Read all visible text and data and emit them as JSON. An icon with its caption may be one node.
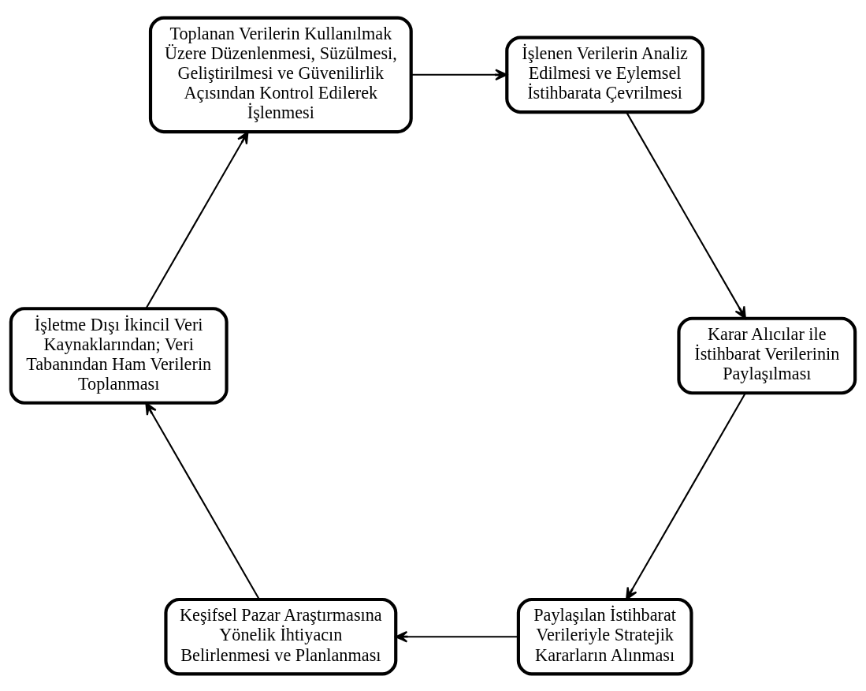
{
  "diagram": {
    "nodes": [
      {
        "text": [
          "Paylaşılan İstihbarat Verileriyle Stratejik Kararların Alınması"
        ]
      },
      {
        "text": [
          "Keşifsel Pazar Araştırmasına Yönelik İhtiyacın Belirlenmesi ve Planlanması"
        ]
      },
      {
        "text": [
          "İşletme Dışı İkincil Veri Kaynaklarından; Veri Tabanından Ham Verilerin Toplanması"
        ]
      },
      {
        "text": [
          "Toplanan Verilerin Kullanılmak Üzere Düzenlenmesi, Süzülmesi, Geliştirilmesi ve Güvenilirlik Açısından Kontrol Edilerek İşlenmesi"
        ]
      },
      {
        "text": [
          "İşlenen Verilerin Analiz Edilmesi ve Eylemsel İstihbarata Çevrilmesi"
        ]
      },
      {
        "text": [
          "Karar Alıcılar ile İstihbarat Verilerinin Paylaşılması"
        ]
      }
    ],
    "edges": [
      {
        "from": 0,
        "to": 1,
        "arrow": "to"
      },
      {
        "from": 1,
        "to": 2,
        "arrow": "to"
      },
      {
        "from": 2,
        "to": 3,
        "arrow": "to"
      },
      {
        "from": 3,
        "to": 4,
        "arrow": "to"
      },
      {
        "from": 4,
        "to": 5,
        "arrow": "to"
      },
      {
        "from": 5,
        "to": 0,
        "arrow": "to"
      }
    ]
  }
}
